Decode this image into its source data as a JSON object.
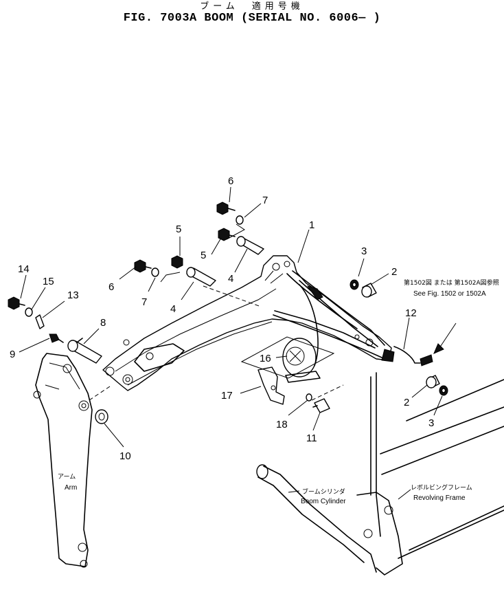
{
  "header": {
    "title_jp": "ブーム　適用号機",
    "title_en": "FIG. 7003A  BOOM  (SERIAL  NO. 6006— )"
  },
  "callouts": [
    "1",
    "2",
    "2",
    "3",
    "3",
    "4",
    "4",
    "5",
    "5",
    "6",
    "6",
    "7",
    "7",
    "8",
    "9",
    "10",
    "11",
    "12",
    "13",
    "14",
    "15",
    "16",
    "17",
    "18"
  ],
  "labels": {
    "arm_jp": "アーム",
    "arm_en": "Arm",
    "boom_cylinder_jp": "ブームシリンダ",
    "boom_cylinder_en": "Boom Cylinder",
    "revolving_frame_jp": "レボルビングフレーム",
    "revolving_frame_en": "Revolving Frame",
    "see_fig_jp": "第1502図 または 第1502A図参照",
    "see_fig_en": "See Fig. 1502 or 1502A"
  }
}
